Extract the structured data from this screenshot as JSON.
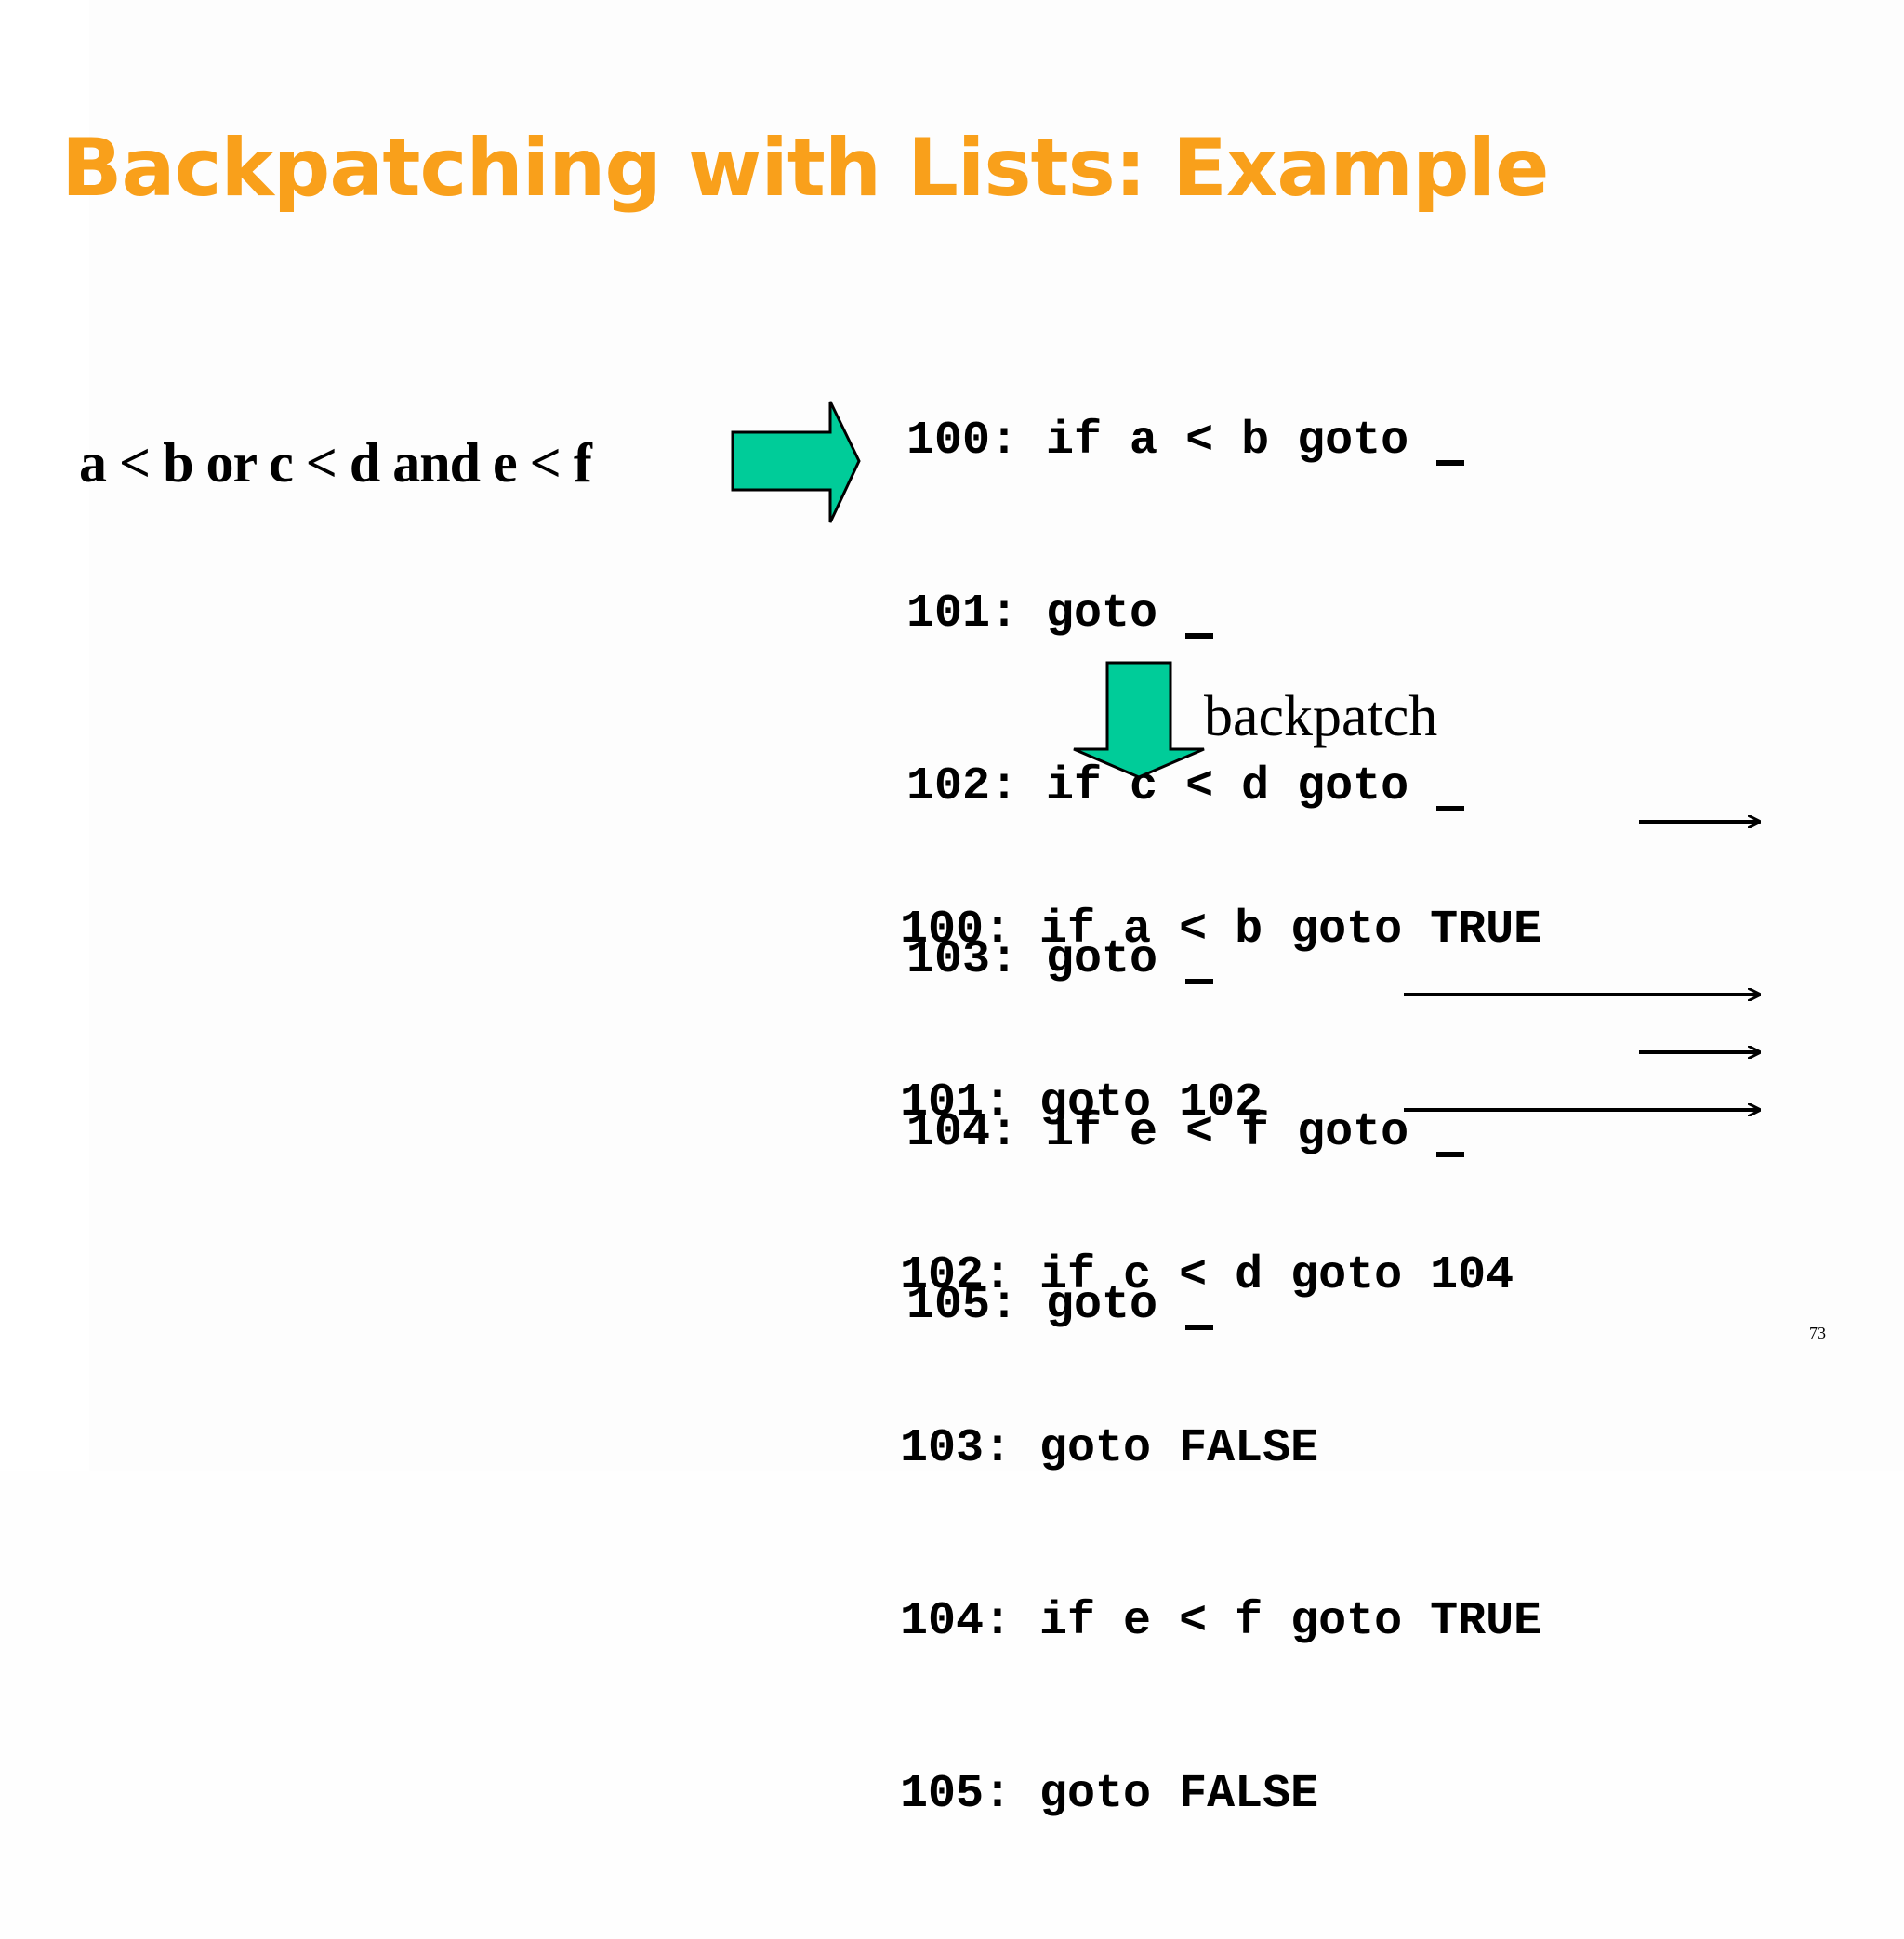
{
  "slide": {
    "title": "Backpatching with Lists: Example",
    "title_color": "#F9A01B",
    "expression": "a < b or c < d and e < f",
    "page_number": "73",
    "arrow_color": "#00CC99",
    "backpatch_label": "backpatch",
    "code_before": [
      {
        "addr": "100:",
        "instr": "if a < b goto",
        "target": "_"
      },
      {
        "addr": "101:",
        "instr": "goto",
        "target": "_"
      },
      {
        "addr": "102:",
        "instr": "if c < d goto",
        "target": "_"
      },
      {
        "addr": "103:",
        "instr": "goto",
        "target": "_"
      },
      {
        "addr": "104:",
        "instr": "if e < f goto",
        "target": "_"
      },
      {
        "addr": "105:",
        "instr": "goto",
        "target": "_"
      }
    ],
    "code_after": [
      {
        "addr": "100:",
        "instr": "if a < b goto",
        "target": "TRUE",
        "exit_arrow": true
      },
      {
        "addr": "101:",
        "instr": "goto",
        "target": "102",
        "exit_arrow": false
      },
      {
        "addr": "102:",
        "instr": "if c < d goto",
        "target": "104",
        "exit_arrow": false
      },
      {
        "addr": "103:",
        "instr": "goto",
        "target": "FALSE",
        "exit_arrow": true
      },
      {
        "addr": "104:",
        "instr": "if e < f goto",
        "target": "TRUE",
        "exit_arrow": true
      },
      {
        "addr": "105:",
        "instr": "goto",
        "target": "FALSE",
        "exit_arrow": true
      }
    ]
  }
}
